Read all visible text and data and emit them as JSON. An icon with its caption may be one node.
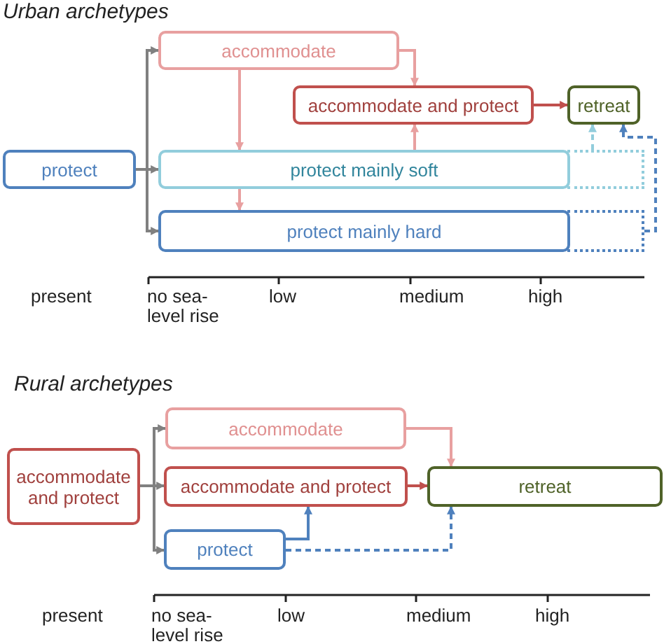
{
  "diagram": {
    "nodes": [
      {
        "text": [
          "protect"
        ]
      },
      {
        "text": [
          "accommodate"
        ]
      },
      {
        "text": [
          "accommodate and protect"
        ]
      },
      {
        "text": [
          "retreat"
        ]
      },
      {
        "text": [
          "protect mainly soft"
        ]
      },
      {
        "text": [],
        "shape": "box"
      },
      {
        "text": [
          "protect mainly hard"
        ]
      },
      {
        "text": [],
        "shape": "box"
      },
      {
        "text": [
          "accommodate and protect"
        ]
      },
      {
        "text": [
          "accommodate"
        ]
      },
      {
        "text": [
          "accommodate and protect"
        ]
      },
      {
        "text": [
          "retreat"
        ]
      },
      {
        "text": [
          "protect"
        ]
      }
    ],
    "edges": [
      {
        "from": 0,
        "to": 1,
        "arrow": "to"
      },
      {
        "from": 0,
        "to": 4,
        "arrow": "to"
      },
      {
        "from": 0,
        "to": 6,
        "arrow": "to"
      },
      {
        "from": 1,
        "to": 2,
        "arrow": "to",
        "color": "#e8a0a0"
      },
      {
        "from": 1,
        "to": 4,
        "arrow": "to",
        "color": "#e8a0a0"
      },
      {
        "from": 4,
        "to": 6,
        "arrow": "to",
        "color": "#e8a0a0"
      },
      {
        "from": 4,
        "to": 2,
        "arrow": "to",
        "color": "#e8a0a0"
      },
      {
        "from": 2,
        "to": 3,
        "arrow": "to",
        "color": "#c0504d"
      },
      {
        "from": 5,
        "to": 3,
        "arrow": "to",
        "style": "dashed",
        "color": "#92cddc"
      },
      {
        "from": 7,
        "to": 3,
        "arrow": "to",
        "style": "dashed",
        "color": "#4f81bd"
      },
      {
        "from": 8,
        "to": 9,
        "arrow": "to"
      },
      {
        "from": 8,
        "to": 10,
        "arrow": "to"
      },
      {
        "from": 8,
        "to": 12,
        "arrow": "to"
      },
      {
        "from": 9,
        "to": 11,
        "arrow": "to",
        "color": "#e8a0a0"
      },
      {
        "from": 10,
        "to": 11,
        "arrow": "to",
        "color": "#c0504d"
      },
      {
        "from": 12,
        "to": 10,
        "arrow": "to",
        "color": "#4f81bd"
      },
      {
        "from": 12,
        "to": 11,
        "arrow": "to",
        "style": "dashed",
        "color": "#4f81bd"
      }
    ],
    "labels": [
      "Urban archetypes",
      "present",
      "no sea-level rise",
      "low",
      "medium",
      "high",
      "Rural archetypes",
      "present",
      "no sea-level rise",
      "low",
      "medium",
      "high"
    ]
  }
}
